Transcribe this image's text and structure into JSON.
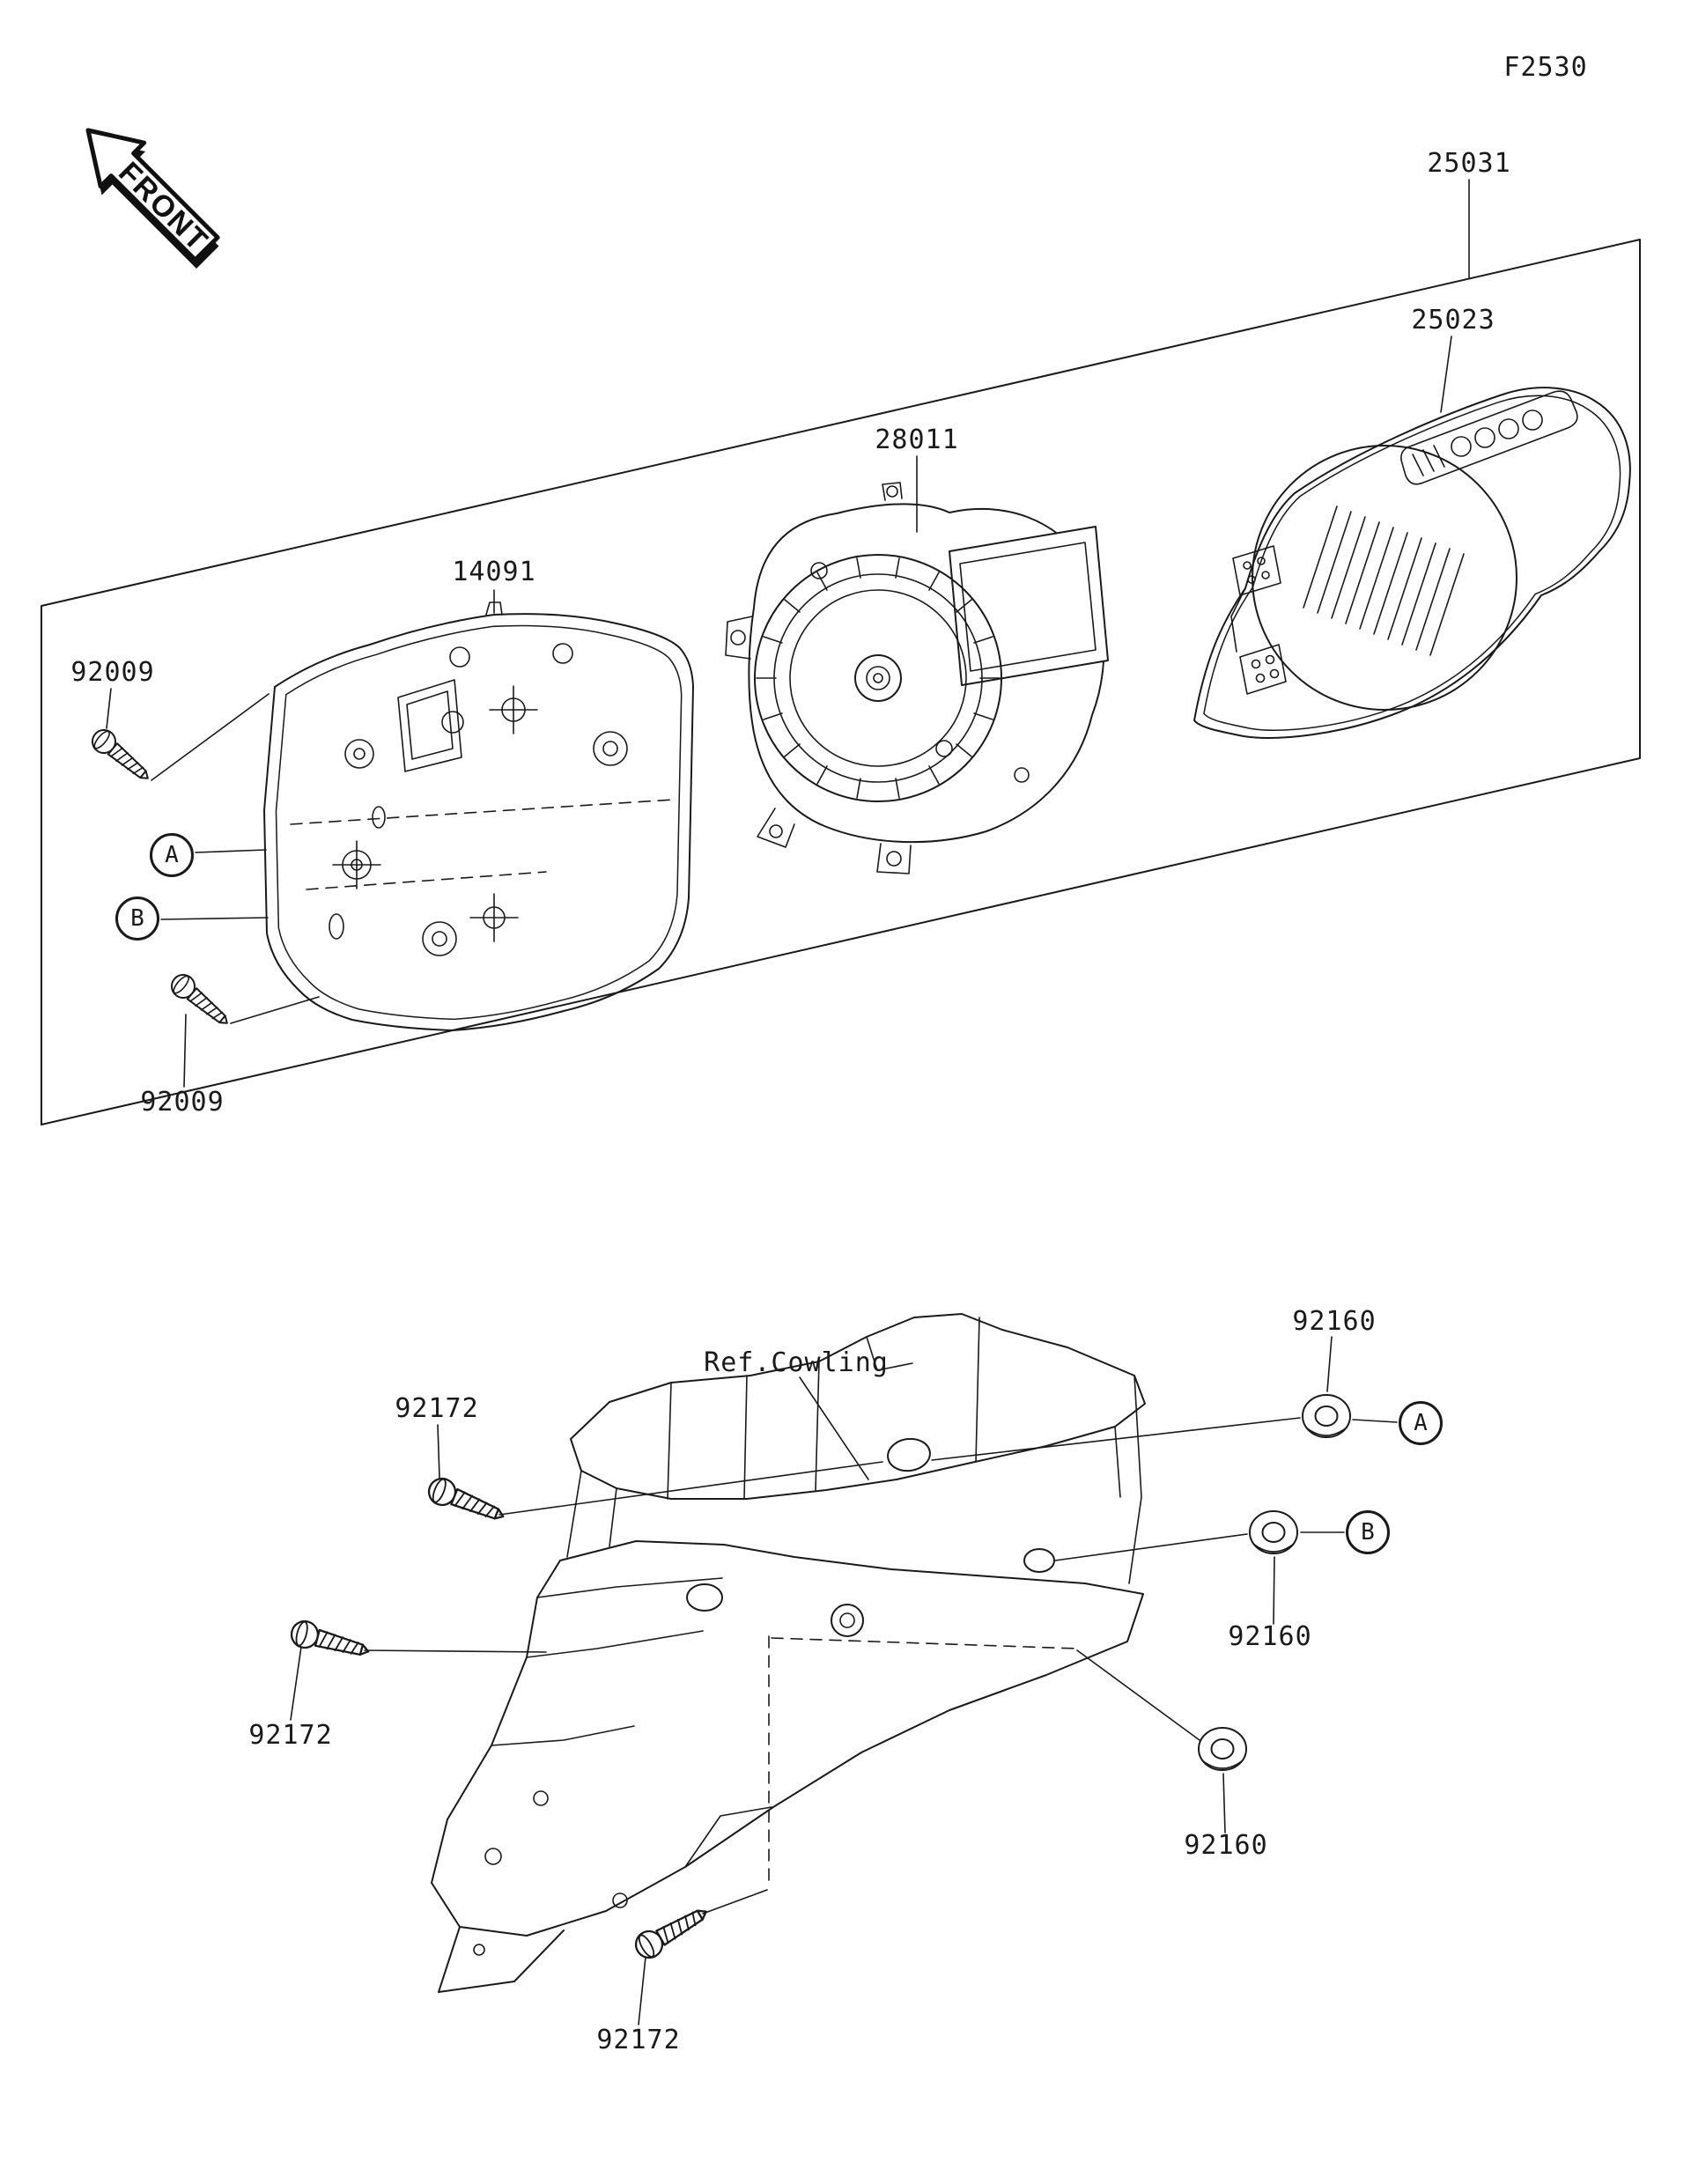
{
  "figure": {
    "code": "F2530"
  },
  "front_arrow": {
    "label": "FRONT"
  },
  "callouts": {
    "a": "A",
    "b": "B"
  },
  "upper": {
    "assembly_number": "25031",
    "cover_number": "25023",
    "meter_number": "28011",
    "case_number": "14091",
    "screw_number": "92009"
  },
  "lower": {
    "ref_label": "Ref.Cowling",
    "screw_number": "92172",
    "damper_number": "92160"
  }
}
